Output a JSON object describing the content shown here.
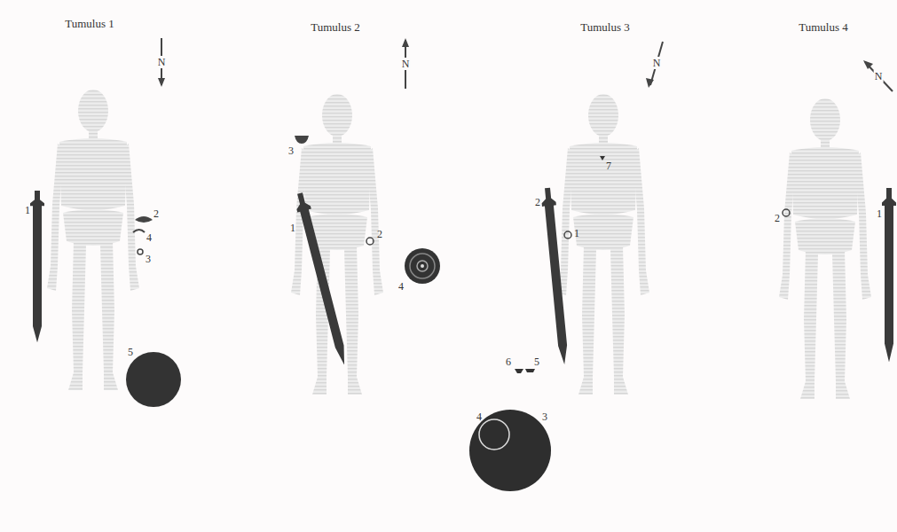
{
  "diagram": {
    "labels": [
      "Tumulus 1",
      "1",
      "2",
      "4",
      "3",
      "5",
      "N",
      "Tumulus 2",
      "3",
      "1",
      "2",
      "4",
      "N",
      "Tumulus 3",
      "7",
      "2",
      "1",
      "6",
      "5",
      "4",
      "3",
      "N",
      "Tumulus 4",
      "2",
      "1",
      "N"
    ]
  }
}
